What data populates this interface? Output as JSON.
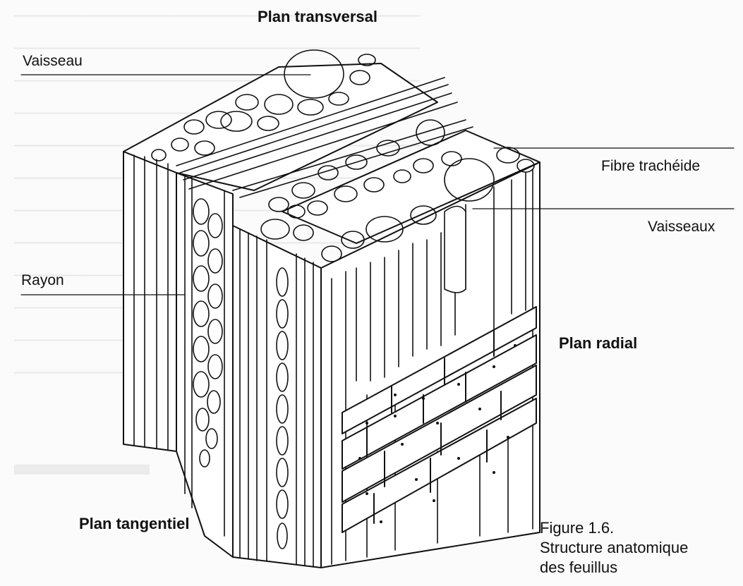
{
  "labels": {
    "plan_transversal": "Plan transversal",
    "vaisseau": "Vaisseau",
    "fibre_tracheide": "Fibre trachéide",
    "vaisseaux": "Vaisseaux",
    "rayon": "Rayon",
    "plan_radial": "Plan radial",
    "plan_tangentiel": "Plan tangentiel"
  },
  "caption": {
    "line1": "Figure 1.6.",
    "line2": "Structure anatomique",
    "line3": "des feuillus"
  },
  "colors": {
    "ink": "#111111",
    "paper": "#fbfbfb"
  }
}
